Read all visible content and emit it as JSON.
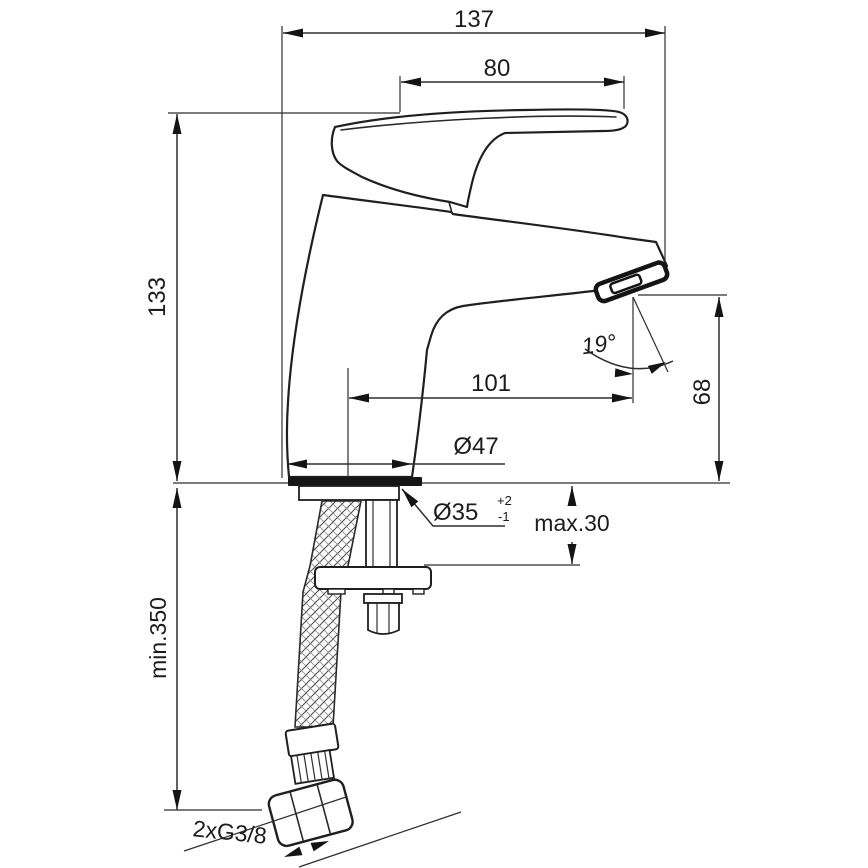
{
  "diagram": {
    "type": "basin-mixer-technical-drawing",
    "background": "#ffffff",
    "line_color": "#1f1f1f",
    "labels": {
      "total_projection": "137",
      "handle_length": "80",
      "body_height": "133",
      "spout_reach": "101",
      "spout_outlet_height": "68",
      "spout_angle": "19°",
      "base_diameter": "Ø47",
      "mounting_hole_diameter": "Ø35",
      "mounting_hole_tol_upper": "+2",
      "mounting_hole_tol_lower": "-1",
      "max_deck_thickness": "max.30",
      "min_hose_length": "min.350",
      "supply_connection": "2xG3/8"
    }
  }
}
